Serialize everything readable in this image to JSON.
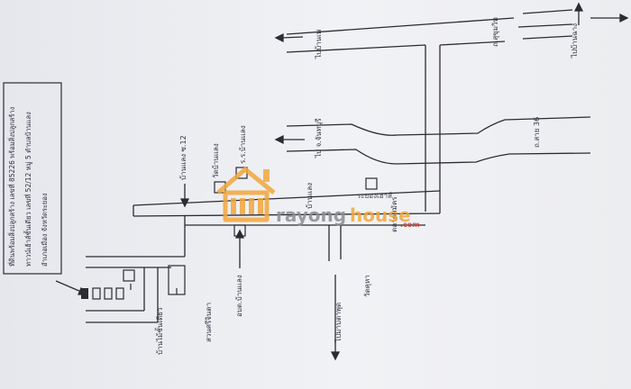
{
  "map": {
    "note_lines": [
      "ที่ดินพร้อมสิ่งปลูกสร้าง เลขที่ 85226 พร้อมสิ่งปลูกสร้าง",
      "ทาวน์เฮ้าส์ชั้นเดียว เลขที่ 52/12 หมู่ 5 ตำบลบ้านแลง",
      "อำเภอเมือง จังหวัดระยอง"
    ],
    "labels": {
      "to_ban_phe": "ไปบ้านเพ",
      "sukhumvit": "ถ.สุขุมวิท",
      "to_ban_chang": "ไปบ้านฉาง",
      "to_chanthaburi": "ไป จ.จันทบุรี",
      "road_36": "ถ.สาย 36",
      "ban_laeng_12": "บ้านแลง ซ.12",
      "wat_ban_laeng": "วัดบ้านแลง",
      "rr_ban_laeng": "ร.ร.บ้านแลง",
      "ban_laeng": "บ้านแลง",
      "to_map_ta_phut": "ไปมาบตาพุด",
      "wat_khuha": "วัดคุหา",
      "samak_market": "ตลาดสมัคร",
      "house_label": "บ้านไม้ชั้นเดียว",
      "suan_sri_jinda": "สวนศรีจินดา",
      "oboto_ban_laeng": "อบต.บ้านแลง",
      "rayong_house_thai": "ระยองเฮาส์"
    },
    "watermark": {
      "brand_left": "rayong",
      "brand_right": "house",
      "domain": ".com",
      "colors": {
        "orange": "#f2a73b",
        "gray": "#8c8c94",
        "red": "#d53a2e"
      }
    }
  }
}
